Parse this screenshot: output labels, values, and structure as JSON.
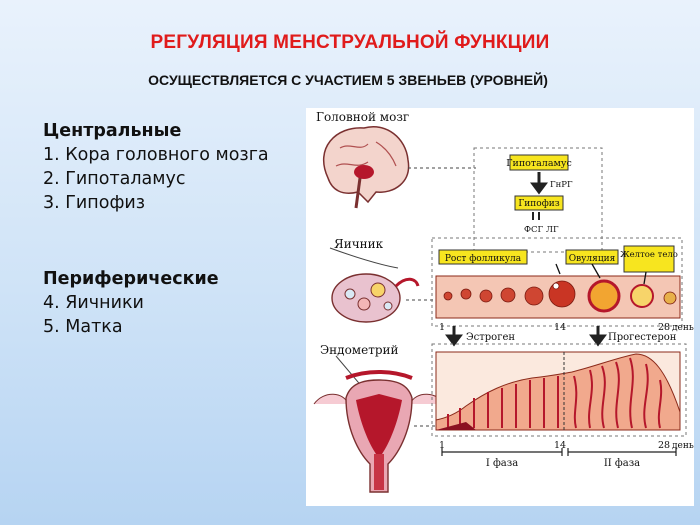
{
  "slide": {
    "title": "РЕГУЛЯЦИЯ МЕНСТРУАЛЬНОЙ ФУНКЦИИ",
    "subtitle": "ОСУЩЕСТВЛЯЕТСЯ С УЧАСТИЕМ 5 ЗВЕНЬЕВ (УРОВНЕЙ)"
  },
  "central": {
    "heading": "Центральные",
    "items": [
      "1. Кора головного мозга",
      "2. Гипоталамус",
      "3. Гипофиз"
    ]
  },
  "peripheral": {
    "heading": "Периферические",
    "items": [
      "4. Яичники",
      "5. Матка"
    ]
  },
  "diagram": {
    "brain_label": "Головной мозг",
    "hypothalamus_label": "Гипоталамус",
    "gnrh_label": "ГнРГ",
    "pituitary_label": "Гипофиз",
    "fsh_lh_label": "ФСГ  ЛГ",
    "ovary_label": "Яичник",
    "follicle_growth_label": "Рост фолликула",
    "ovulation_label": "Овуляция",
    "corpus_luteum_label": "Желтое тело",
    "estrogen_label": "Эстроген",
    "progesterone_label": "Прогестерон",
    "endometrium_label": "Эндометрий",
    "day_label": "день",
    "phase1_label": "I   фаза",
    "phase2_label": "II  фаза",
    "day_ticks": [
      "1",
      "14",
      "28"
    ],
    "colors": {
      "title": "#e01b1b",
      "yellow_box": "#f7e51f",
      "tissue": "#e07a6a",
      "deep_red": "#b5172b"
    }
  }
}
